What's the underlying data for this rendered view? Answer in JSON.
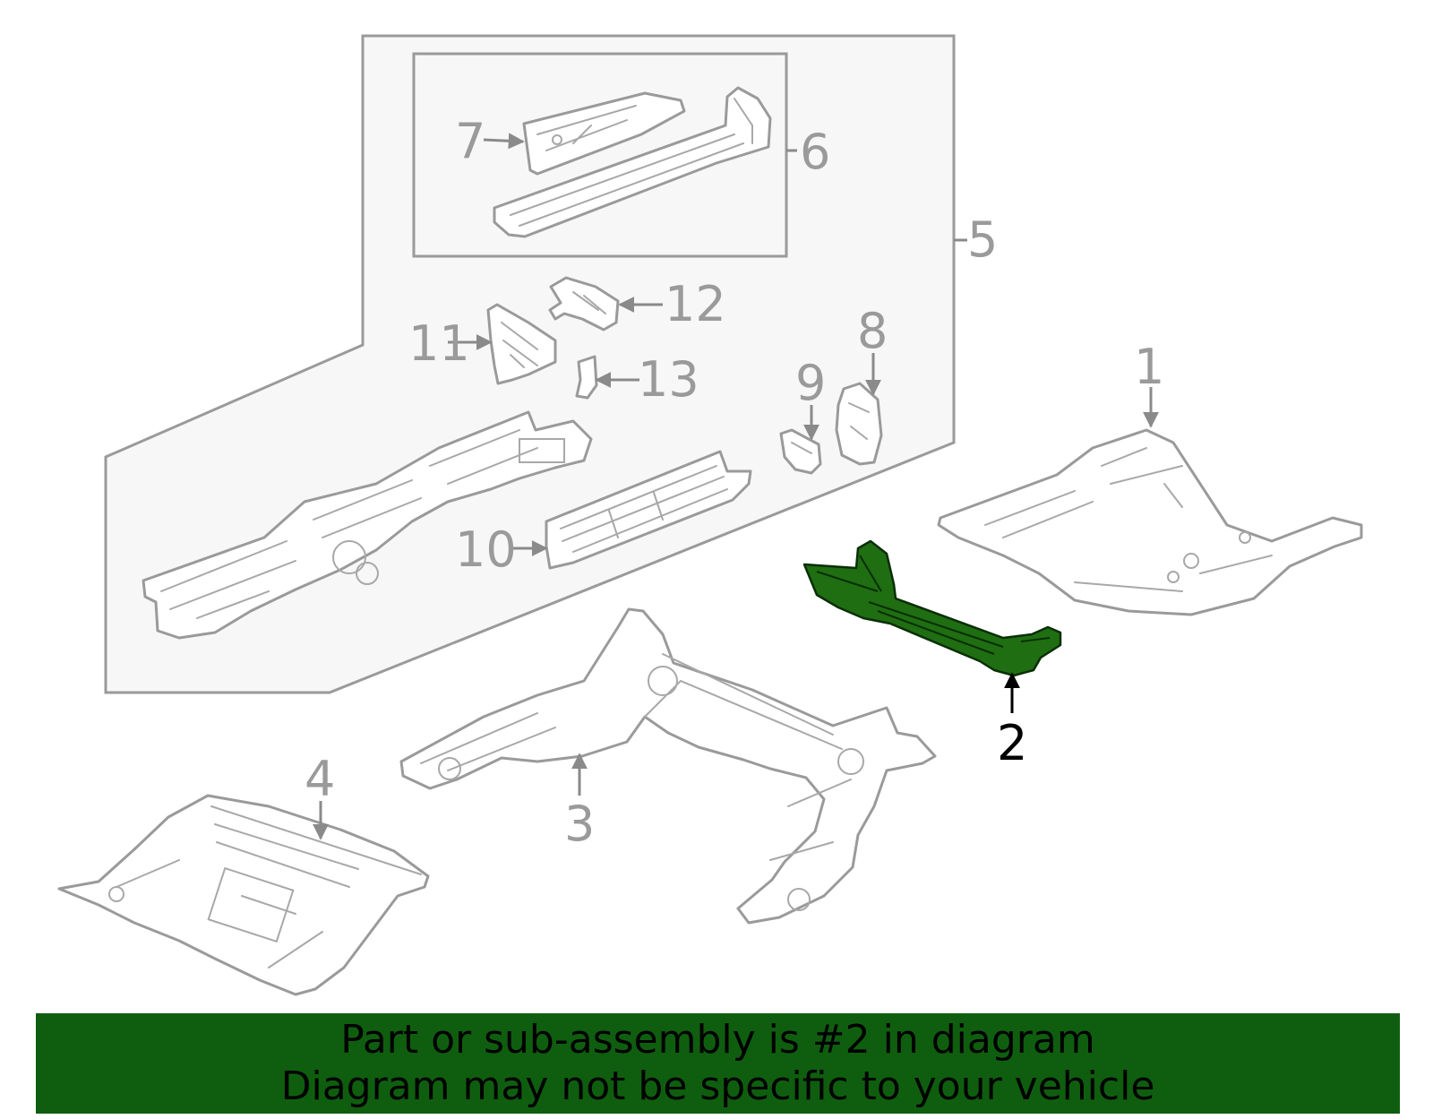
{
  "diagram": {
    "highlighted_part": "2",
    "highlight_color": "#1f6e12",
    "line_color": "#9a9a9a",
    "callouts": {
      "c1": "1",
      "c2": "2",
      "c3": "3",
      "c4": "4",
      "c5": "5",
      "c6": "6",
      "c7": "7",
      "c8": "8",
      "c9": "9",
      "c10": "10",
      "c11": "11",
      "c12": "12",
      "c13": "13"
    }
  },
  "banner": {
    "color": "#0f5e0f",
    "line1": "Part or sub-assembly is #2 in diagram",
    "line2": "Diagram may not be specific to your vehicle"
  }
}
